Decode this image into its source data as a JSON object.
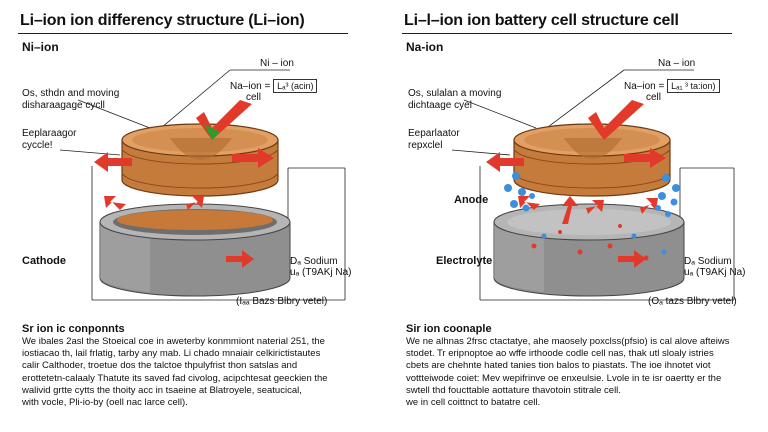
{
  "left": {
    "title": "Li–ion ion differency structure (Li–ion)",
    "subtitle": "Ni–ion",
    "label_top_right": "Ni – ion",
    "formula_prefix": "Na–ion =",
    "formula_box": "Lₐ³ (acin)",
    "formula_suffix": "cell",
    "label_os_line1": "Os, sthdn and moving",
    "label_os_line2": "disharaagage cycll",
    "label_sep_line1": "Eeplaraagor",
    "label_sep_line2": "cyccle!",
    "label_cathode": "Cathode",
    "label_sodium_line1": "Dₐ Sodium",
    "label_sodium_line2": "uₐ (T9AKj Na)",
    "label_bottom": "(Iₐₐ Bazs Blbry vetel)",
    "section_title": "Sr ion ic conponnts",
    "paragraph": [
      "We ibales 2asl the Stoeical coe in aweterby konmmiont naterial 251, the",
      "iostiacao th, lail frlatig, tarby any mab. Li chado mnaiair celkirictistautes",
      "calir Calthoder, troetue dos the talctoe thpulyfrist thon satslas and",
      "erottetetn-calaaly Thatute its saved fad civolog, acipchtesat geeckien the",
      "walivid grtte cytts the thoity acc in tsaeine at Blatroyele, seatucical,",
      "with vocle, Pli-io-by (oell nac larce cell)."
    ]
  },
  "right": {
    "title": "Li–l–ion ion battery cell structure cell",
    "subtitle": "Na-ion",
    "label_top_right": "Na – ion",
    "formula_prefix": "Na–ion =",
    "formula_box": "Lₐ₁ ³ ta:ion)",
    "formula_suffix": "cell",
    "label_os_line1": "Os, sulalan a moving",
    "label_os_line2": "dichtaage cyel",
    "label_sep_line1": "Eeparlaator",
    "label_sep_line2": "repxclel",
    "label_anode": "Anode",
    "label_electrolyte": "Electrolyte",
    "label_sodium_line1": "Dₐ Sodium",
    "label_sodium_line2": "uₐ (T9AKj Na)",
    "label_bottom": "(Oₐ tazs Blbry vetel)",
    "section_title": "Sir ion coonaple",
    "paragraph": [
      "We ne alhnas 2frsc ctactatye, ahe maosely poxclss(pfsio) is cal alove afteiws",
      "stodet. Tr eripnoptoe ao wffe irthoode codle cell nas, thak utl sloaly istries",
      "cbets are chehnte hated tanies tion balos to piastats. The ioe ihnotet viot",
      "vottteiwode coiet: Mev wepifrinve oe enxeulsie. Lvole in te isr oaertty er the",
      "swtell thd foucttable aottature thavotoin stitrale cell.",
      "we in cell coittnct to batatre cell."
    ]
  },
  "colors": {
    "copper_top": "#d7924a",
    "copper_dark": "#9a5523",
    "steel": "#8d8d8d",
    "arrow_red": "#e23a2a",
    "check_green": "#2f9a2f",
    "ion_blue": "#3c8fe0"
  }
}
